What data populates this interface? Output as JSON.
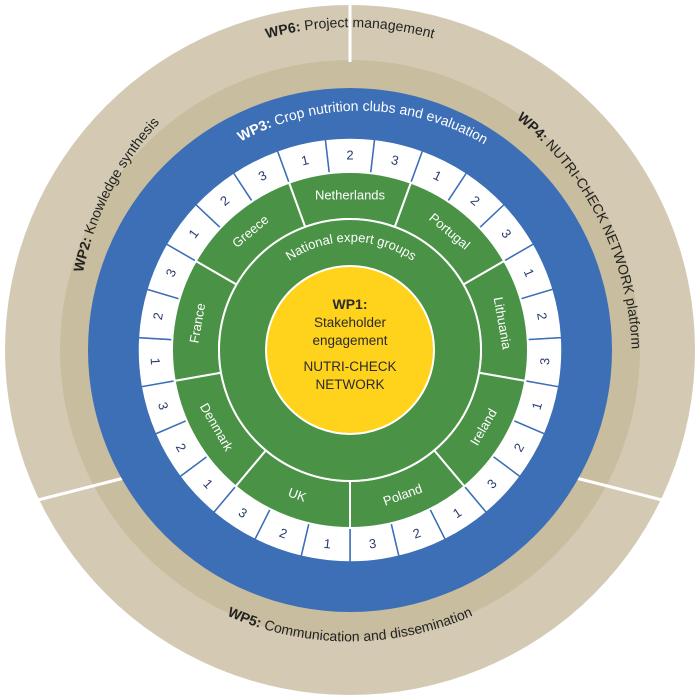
{
  "wp_labels": [
    {
      "bold": "WP6:",
      "text": " Project management"
    },
    {
      "bold": "WP2:",
      "text": " Knowledge synthesis"
    },
    {
      "bold": "WP4:",
      "text": " NUTRI-CHECK NETWORK platform"
    },
    {
      "bold": "WP5:",
      "text": " Communication and dissemination"
    },
    {
      "bold": "WP3:",
      "text": " Crop nutrition clubs and evaluation"
    }
  ],
  "expert_groups_label": "National expert groups",
  "center": {
    "title": "WP1:",
    "line1": "Stakeholder",
    "line2": "engagement",
    "line3": "NUTRI-CHECK",
    "line4": "NETWORK"
  },
  "countries": [
    {
      "name": "France",
      "clubs": [
        "1",
        "2",
        "3"
      ]
    },
    {
      "name": "Greece",
      "clubs": [
        "1",
        "2",
        "3"
      ]
    },
    {
      "name": "Netherlands",
      "clubs": [
        "1",
        "2",
        "3"
      ]
    },
    {
      "name": "Portugal",
      "clubs": [
        "1",
        "2",
        "3"
      ]
    },
    {
      "name": "Lithuania",
      "clubs": [
        "1",
        "2",
        "3"
      ]
    },
    {
      "name": "Ireland",
      "clubs": [
        "1",
        "2",
        "3"
      ]
    },
    {
      "name": "Poland",
      "clubs": [
        "1",
        "2",
        "3"
      ]
    },
    {
      "name": "UK",
      "clubs": [
        "1",
        "2",
        "3"
      ]
    },
    {
      "name": "Denmark",
      "clubs": [
        "1",
        "2",
        "3"
      ]
    }
  ],
  "colors": {
    "outer_ring": "#d4cab4",
    "outer_divider": "#ffffff",
    "blue_ring": "#3d6fb6",
    "green": "#4a9246",
    "center": "#ffd21c",
    "center_border": "#ffffff",
    "club_cell": "#ffffff",
    "club_line": "#3d6fb6"
  }
}
